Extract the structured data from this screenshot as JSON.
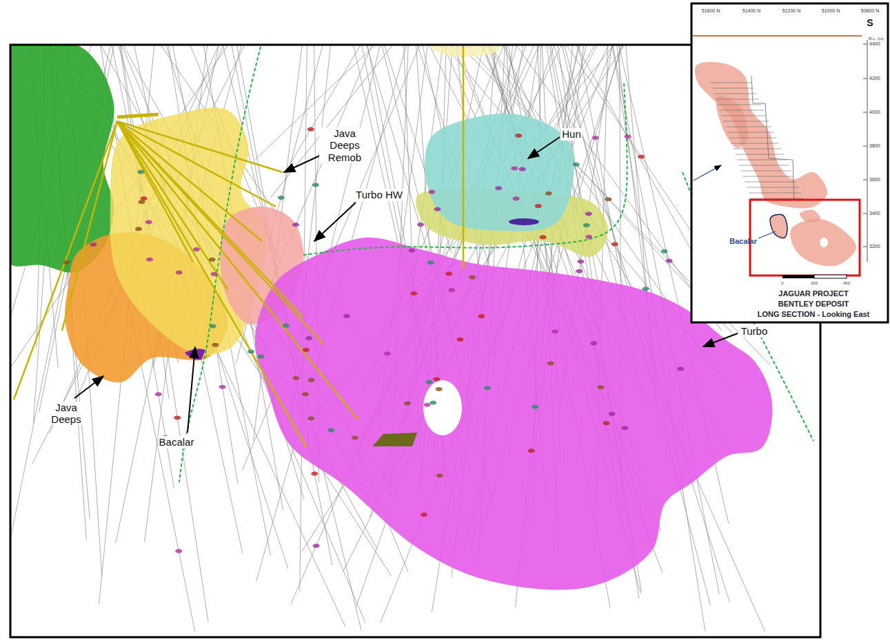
{
  "diagram": {
    "labels": [
      "Java Deeps Remob",
      "Hun",
      "Turbo HW",
      "Turbo",
      "Java Deeps",
      "Bacalar",
      "51600 N",
      "51400 N",
      "51200 N",
      "51000 N",
      "50800 N",
      "S",
      "R.L. (m)",
      "4400",
      "4200",
      "4000",
      "3800",
      "3600",
      "3400",
      "3200",
      "Bacalar",
      "0",
      "200",
      "400",
      "JAGUAR PROJECT",
      "BENTLEY DEPOSIT",
      "LONG SECTION - Looking East"
    ]
  }
}
